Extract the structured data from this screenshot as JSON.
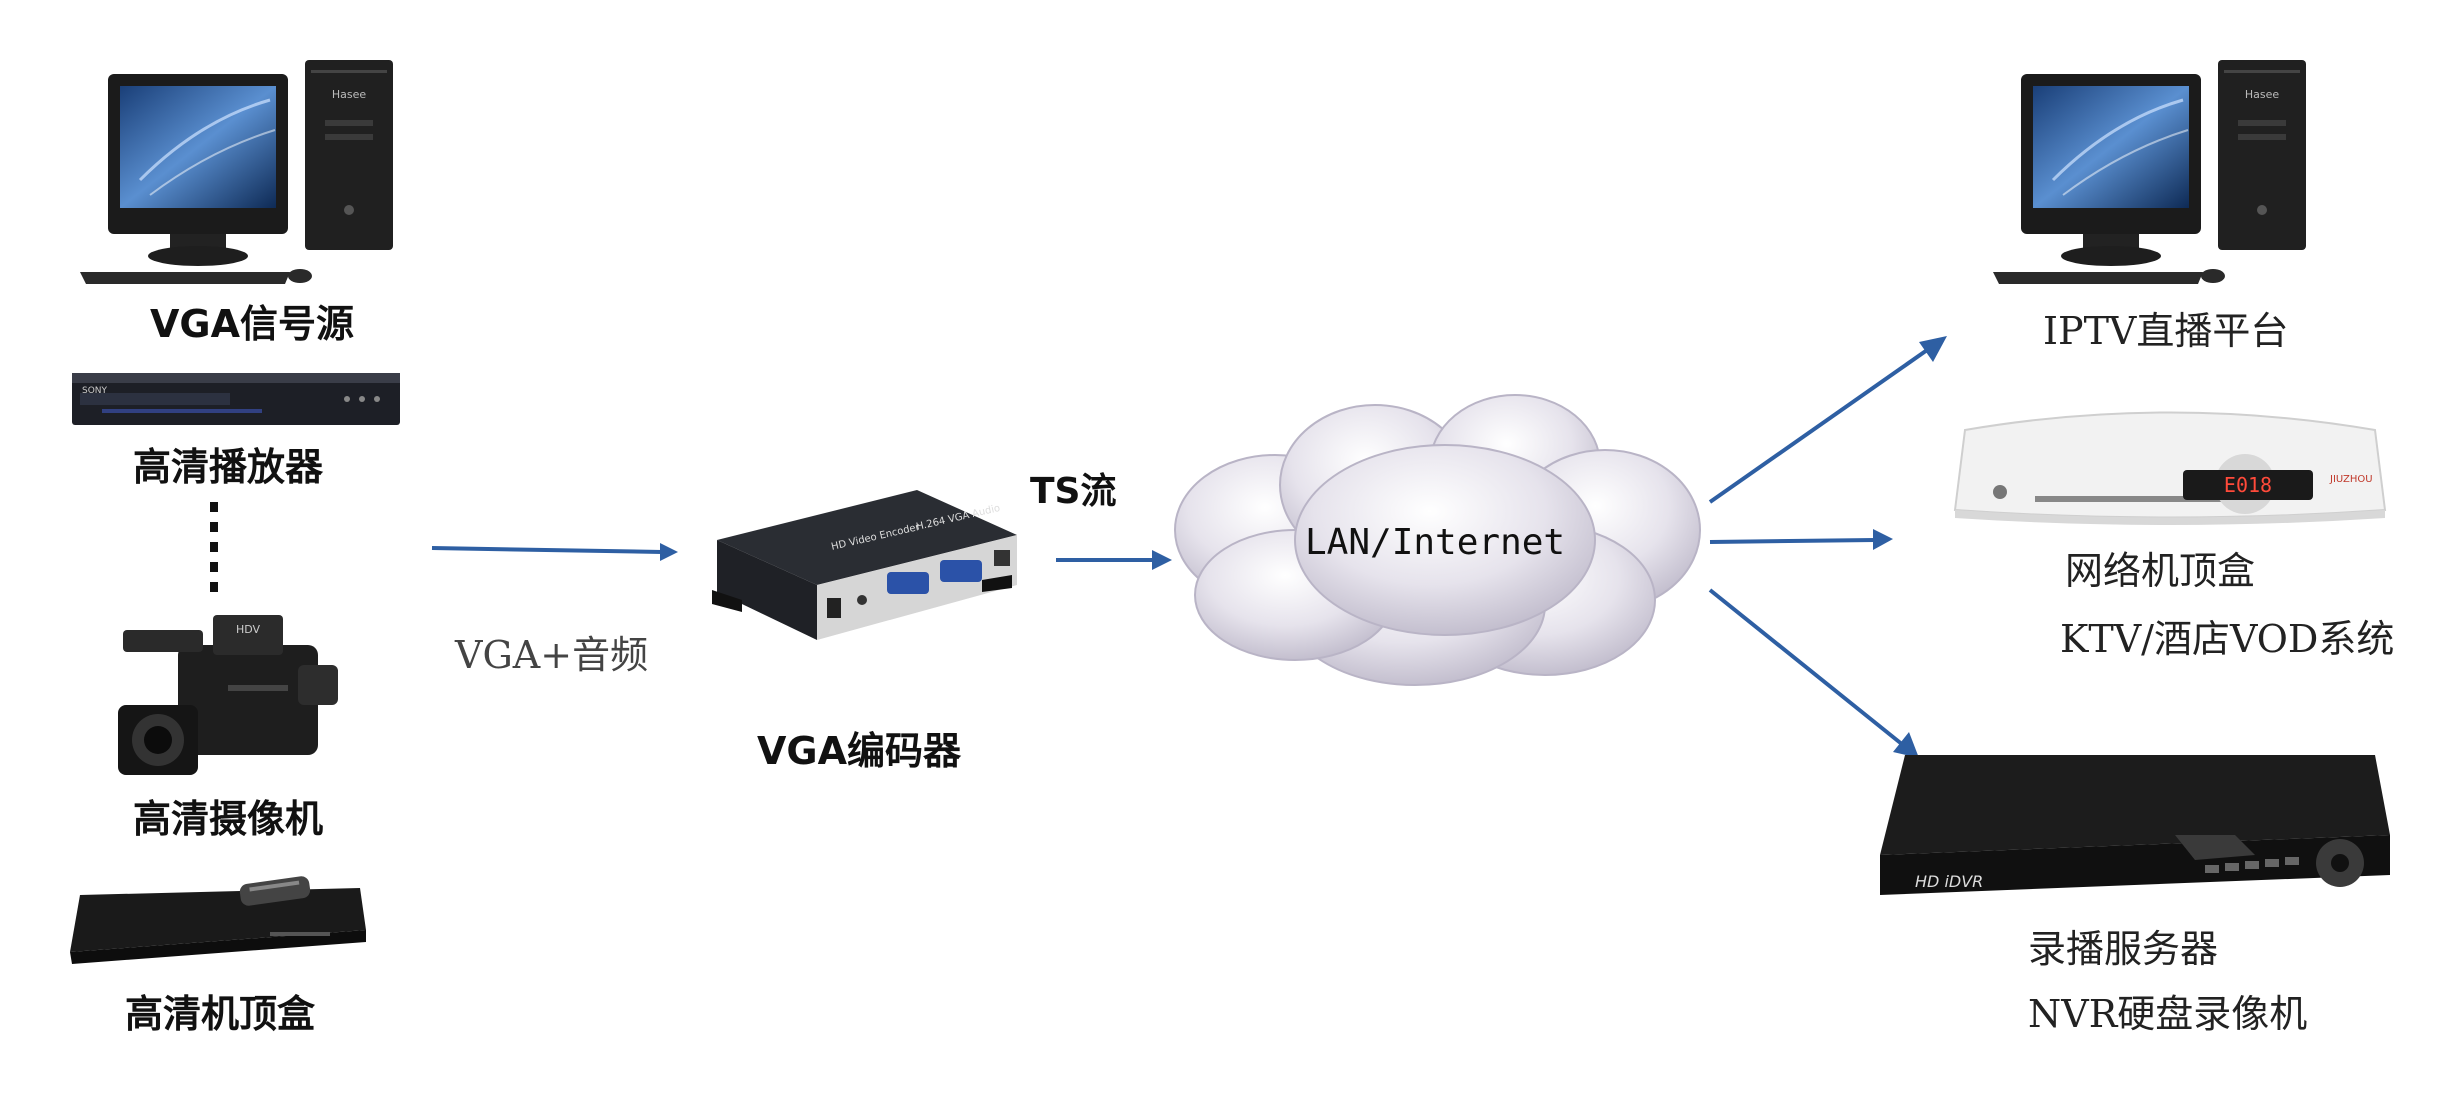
{
  "sources": [
    {
      "id": "vga-source",
      "label": "VGA信号源",
      "icon": "desktop-computer-icon"
    },
    {
      "id": "hd-player",
      "label": "高清播放器",
      "icon": "bluray-player-icon"
    },
    {
      "id": "hd-camcorder",
      "label": "高清摄像机",
      "icon": "camcorder-icon"
    },
    {
      "id": "hd-settop",
      "label": "高清机顶盒",
      "icon": "set-top-box-icon"
    }
  ],
  "input_link_label": "VGA+音频",
  "encoder": {
    "label": "VGA编码器",
    "device_text": "HD Video Encoder",
    "device_model": "H.264 VGA Audio"
  },
  "stream_label": "TS流",
  "network": {
    "label": "LAN/Internet"
  },
  "destinations": [
    {
      "id": "iptv",
      "lines": [
        "IPTV直播平台"
      ],
      "icon": "desktop-computer-icon"
    },
    {
      "id": "network-stb",
      "lines": [
        "网络机顶盒",
        "KTV/酒店VOD系统"
      ],
      "icon": "network-set-top-box-icon"
    },
    {
      "id": "recorder",
      "lines": [
        "录播服务器",
        "NVR硬盘录像机"
      ],
      "icon": "dvr-recorder-icon"
    }
  ],
  "device_branding": {
    "pc_brand": "Hasee",
    "player_brand": "SONY",
    "camcorder_brand": "HDV",
    "stb_brand": "JIUZHOU",
    "stb_display": "E018",
    "dvr_brand": "HD iDVR"
  },
  "colors": {
    "arrow": "#2e5fa3",
    "cloud": "#d9d6e3",
    "device_dark": "#1c1c1c",
    "device_white": "#f2f2f2"
  }
}
